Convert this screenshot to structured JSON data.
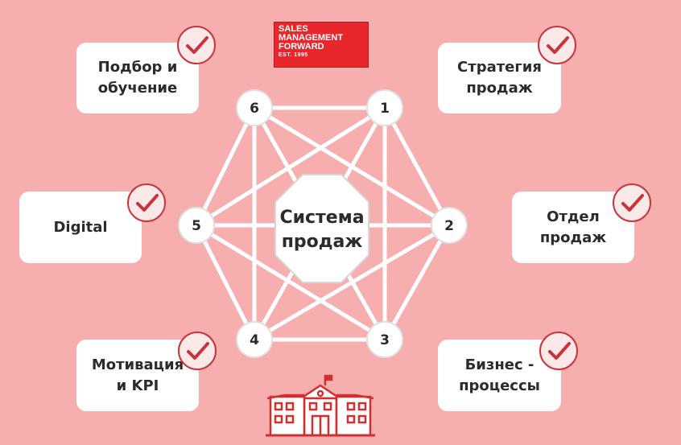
{
  "logo": {
    "line1": "SALES",
    "line2": "MANAGEMENT",
    "line3": "FORWARD",
    "est": "EST. 1995"
  },
  "center": {
    "label": "Система\nпродаж"
  },
  "nodes": [
    {
      "id": "1",
      "label": "1"
    },
    {
      "id": "2",
      "label": "2"
    },
    {
      "id": "3",
      "label": "3"
    },
    {
      "id": "4",
      "label": "4"
    },
    {
      "id": "5",
      "label": "5"
    },
    {
      "id": "6",
      "label": "6"
    }
  ],
  "cards": {
    "strategy": "Стратегия\nпродаж",
    "sales_dept": "Отдел\nпродаж",
    "processes": "Бизнес -\nпроцессы",
    "motivation": "Мотивация\nи KPI",
    "digital": "Digital",
    "hiring": "Подбор и\nобучение"
  },
  "colors": {
    "background": "#f6aeae",
    "accent": "#c9343a",
    "logo": "#e8272c",
    "node": "#ffffff"
  },
  "icons": [
    "checkmark-circle-icon",
    "school-building-icon"
  ]
}
